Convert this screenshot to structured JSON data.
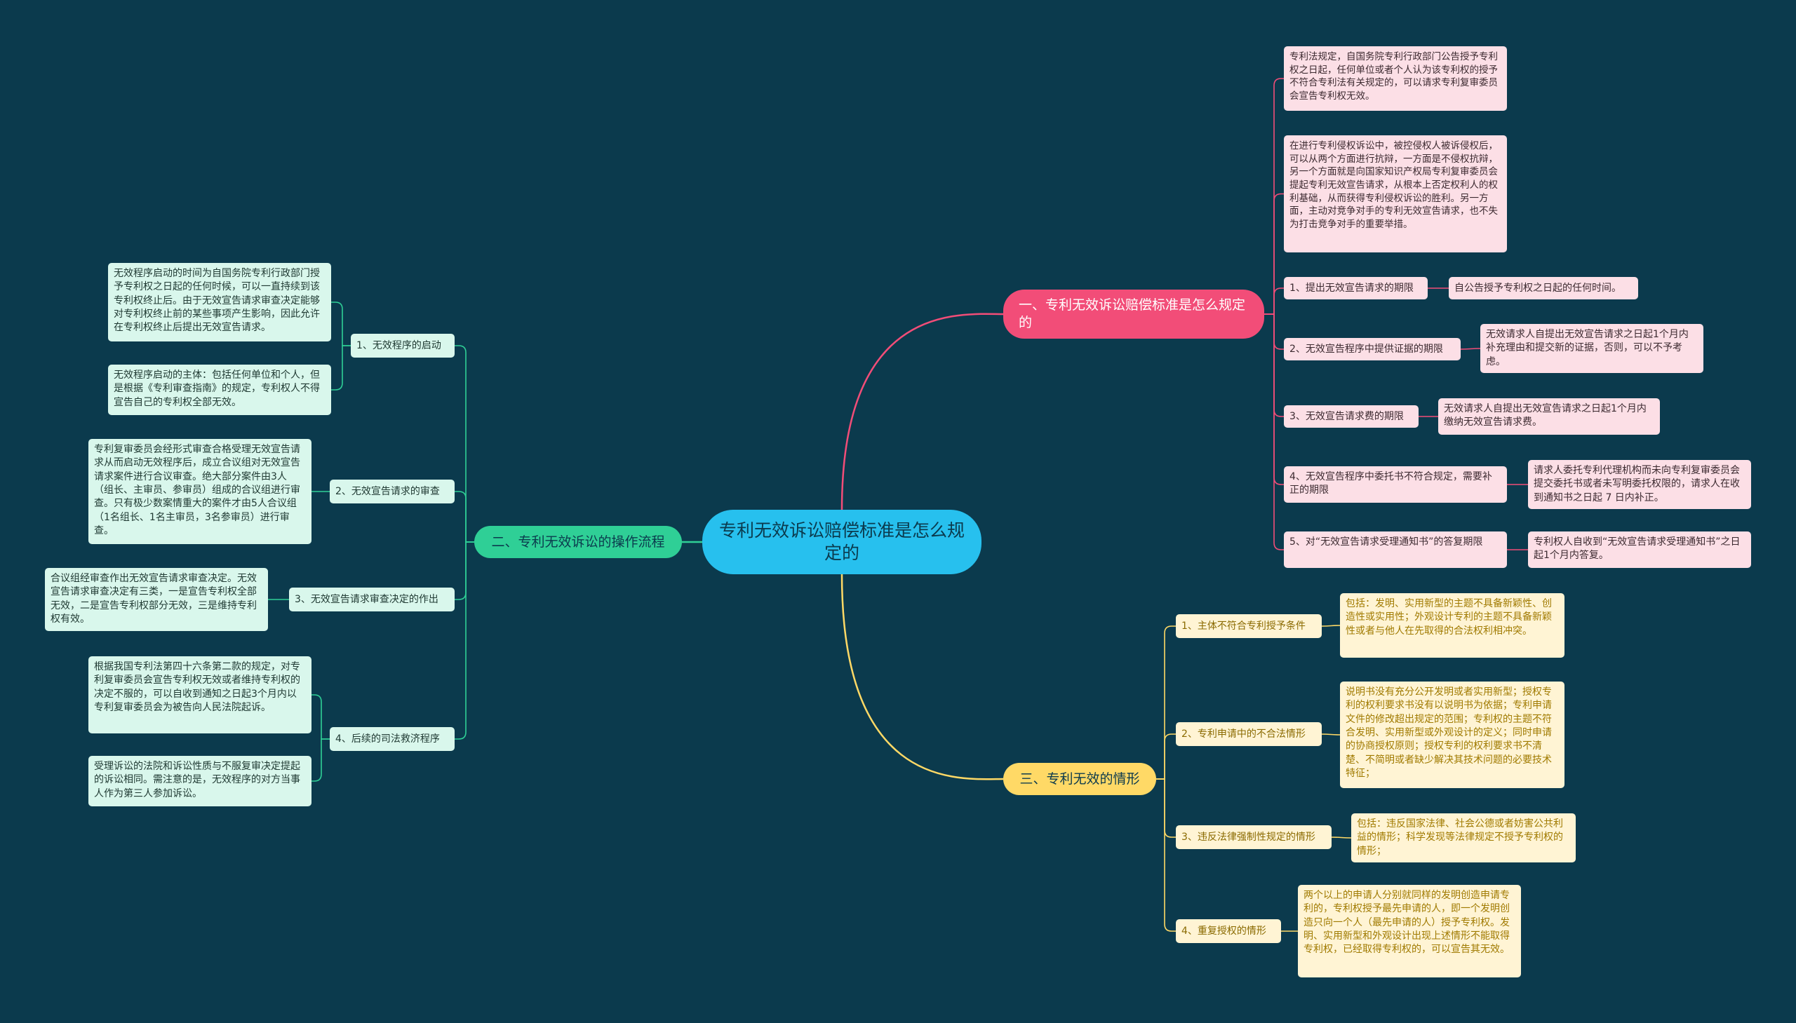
{
  "colors": {
    "background": "#0b3a4d",
    "root": "#27c0ee",
    "branch_red": "#f24d78",
    "branch_green": "#2fcf96",
    "branch_yellow": "#ffd966",
    "leaf_pink": "#fcdfe6",
    "leaf_mint": "#d9f7ec",
    "leaf_cream": "#fff4d4"
  },
  "root": {
    "label": "专利无效诉讼赔偿标准是怎么规定的"
  },
  "branch1": {
    "label": "一、专利无效诉讼赔偿标准是怎么规定的",
    "para1": "专利法规定，自国务院专利行政部门公告授予专利权之日起，任何单位或者个人认为该专利权的授予不符合专利法有关规定的，可以请求专利复审委员会宣告专利权无效。",
    "para2": "在进行专利侵权诉讼中，被控侵权人被诉侵权后，可以从两个方面进行抗辩，一方面是不侵权抗辩，另一个方面就是向国家知识产权局专利复审委员会提起专利无效宣告请求，从根本上否定权利人的权利基础，从而获得专利侵权诉讼的胜利。另一方面，主动对竞争对手的专利无效宣告请求，也不失为打击竞争对手的重要举措。",
    "items": [
      {
        "label": "1、提出无效宣告请求的期限",
        "detail": "自公告授予专利权之日起的任何时间。"
      },
      {
        "label": "2、无效宣告程序中提供证据的期限",
        "detail": "无效请求人自提出无效宣告请求之日起1个月内补充理由和提交新的证据，否则，可以不予考虑。"
      },
      {
        "label": "3、无效宣告请求费的期限",
        "detail": "无效请求人自提出无效宣告请求之日起1个月内缴纳无效宣告请求费。"
      },
      {
        "label": "4、无效宣告程序中委托书不符合规定，需要补正的期限",
        "detail": "请求人委托专利代理机构而未向专利复审委员会提交委托书或者未写明委托权限的，请求人在收到通知书之日起 7 日内补正。"
      },
      {
        "label": "5、对“无效宣告请求受理通知书”的答复期限",
        "detail": "专利权人自收到“无效宣告请求受理通知书”之日起1个月内答复。"
      }
    ]
  },
  "branch2": {
    "label": "二、专利无效诉讼的操作流程",
    "items": [
      {
        "label": "1、无效程序的启动",
        "details": [
          "无效程序启动的时间为自国务院专利行政部门授予专利权之日起的任何时候，可以一直持续到该专利权终止后。由于无效宣告请求审查决定能够对专利权终止前的某些事项产生影响，因此允许在专利权终止后提出无效宣告请求。",
          "无效程序启动的主体：包括任何单位和个人，但是根据《专利审查指南》的规定，专利权人不得宣告自己的专利权全部无效。"
        ]
      },
      {
        "label": "2、无效宣告请求的审查",
        "details": [
          "专利复审委员会经形式审查合格受理无效宣告请求从而启动无效程序后，成立合议组对无效宣告请求案件进行合议审查。绝大部分案件由3人（组长、主审员、参审员）组成的合议组进行审查。只有极少数案情重大的案件才由5人合议组（1名组长、1名主审员，3名参审员）进行审查。"
        ]
      },
      {
        "label": "3、无效宣告请求审查决定的作出",
        "details": [
          "合议组经审查作出无效宣告请求审查决定。无效宣告请求审查决定有三类，一是宣告专利权全部无效，二是宣告专利权部分无效，三是维持专利权有效。"
        ]
      },
      {
        "label": "4、后续的司法救济程序",
        "details": [
          "根据我国专利法第四十六条第二款的规定，对专利复审委员会宣告专利权无效或者维持专利权的决定不服的，可以自收到通知之日起3个月内以专利复审委员会为被告向人民法院起诉。",
          "受理诉讼的法院和诉讼性质与不服复审决定提起的诉讼相同。需注意的是，无效程序的对方当事人作为第三人参加诉讼。"
        ]
      }
    ]
  },
  "branch3": {
    "label": "三、专利无效的情形",
    "items": [
      {
        "label": "1、主体不符合专利授予条件",
        "detail": "包括：发明、实用新型的主题不具备新颖性、创造性或实用性；外观设计专利的主题不具备新颖性或者与他人在先取得的合法权利相冲突。"
      },
      {
        "label": "2、专利申请中的不合法情形",
        "detail": "说明书没有充分公开发明或者实用新型；授权专利的权利要求书没有以说明书为依据；专利申请文件的修改超出规定的范围；专利权的主题不符合发明、实用新型或外观设计的定义；同时申请的协商授权原则；授权专利的权利要求书不清楚、不简明或者缺少解决其技术问题的必要技术特征；"
      },
      {
        "label": "3、违反法律强制性规定的情形",
        "detail": "包括：违反国家法律、社会公德或者妨害公共利益的情形；科学发现等法律规定不授予专利权的情形；"
      },
      {
        "label": "4、重复授权的情形",
        "detail": "两个以上的申请人分别就同样的发明创造申请专利的，专利权授予最先申请的人，即一个发明创造只向一个人（最先申请的人）授予专利权。发明、实用新型和外观设计出现上述情形不能取得专利权，已经取得专利权的，可以宣告其无效。"
      }
    ]
  }
}
